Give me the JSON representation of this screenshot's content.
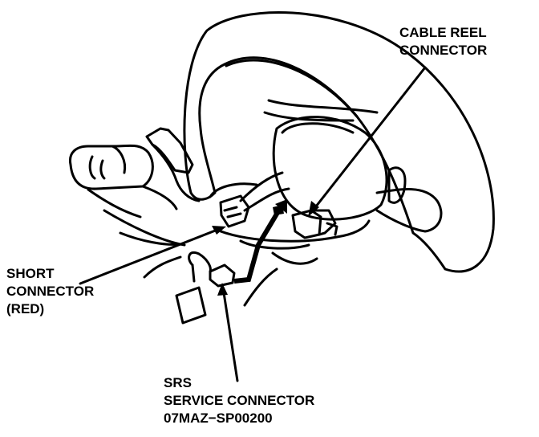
{
  "labels": {
    "cable_reel": {
      "line1": "CABLE REEL",
      "line2": "CONNECTOR"
    },
    "short_connector": {
      "line1": "SHORT",
      "line2": "CONNECTOR",
      "line3": "(RED)"
    },
    "srs_service": {
      "line1": "SRS",
      "line2": "SERVICE CONNECTOR",
      "line3": "07MAZ−SP00200"
    }
  },
  "colors": {
    "ink": "#000000",
    "paper": "#ffffff"
  }
}
